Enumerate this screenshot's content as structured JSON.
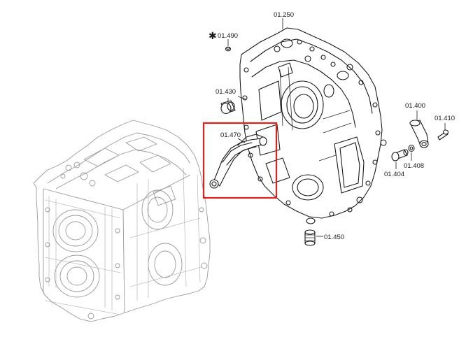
{
  "diagram": {
    "part_labels": {
      "p01250": "01.250",
      "p01490": "01.490",
      "p01430": "01.430",
      "p01470": "01.470",
      "p01400": "01.400",
      "p01410": "01.410",
      "p01408": "01.408",
      "p01404": "01.404",
      "p01450": "01.450"
    },
    "note_marker": "✱",
    "highlight_color": "#e0201e",
    "highlighted_part": "01.470"
  }
}
